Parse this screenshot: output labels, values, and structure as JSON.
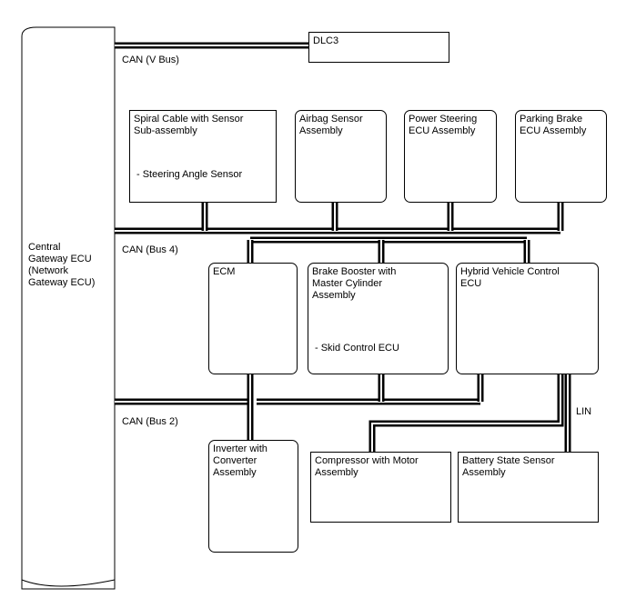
{
  "gateway": {
    "lines": [
      "Central",
      "Gateway ECU",
      "(Network",
      "Gateway ECU)"
    ]
  },
  "buses": {
    "vbus": "CAN (V Bus)",
    "bus4": "CAN (Bus 4)",
    "bus2": "CAN (Bus 2)",
    "lin": "LIN"
  },
  "nodes": {
    "dlc3": {
      "lines": [
        "DLC3"
      ]
    },
    "spiral": {
      "lines": [
        "Spiral Cable with Sensor",
        "Sub-assembly"
      ],
      "sub": "- Steering Angle Sensor"
    },
    "airbag": {
      "lines": [
        "Airbag Sensor",
        "Assembly"
      ]
    },
    "power_steering": {
      "lines": [
        "Power Steering",
        "ECU Assembly"
      ]
    },
    "parking_brake": {
      "lines": [
        "Parking Brake",
        "ECU Assembly"
      ]
    },
    "ecm": {
      "lines": [
        "ECM"
      ]
    },
    "brake_booster": {
      "lines": [
        "Brake Booster with",
        "Master Cylinder",
        "Assembly"
      ],
      "sub": "- Skid Control ECU"
    },
    "hybrid": {
      "lines": [
        "Hybrid Vehicle Control",
        "ECU"
      ]
    },
    "inverter": {
      "lines": [
        "Inverter with",
        "Converter",
        "Assembly"
      ]
    },
    "compressor": {
      "lines": [
        "Compressor with Motor",
        "Assembly"
      ]
    },
    "battery_sensor": {
      "lines": [
        "Battery State Sensor",
        "Assembly"
      ]
    }
  }
}
